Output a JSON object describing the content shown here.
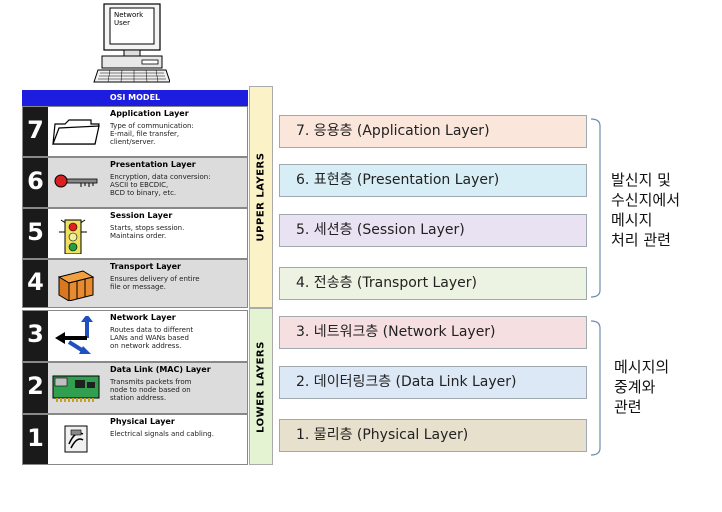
{
  "computer": {
    "screen_text": "Network\nUser"
  },
  "osi_title": "OSI MODEL",
  "upper_label": "UPPER LAYERS",
  "lower_label": "LOWER LAYERS",
  "layers": [
    {
      "num": "7",
      "title": "Application Layer",
      "desc": "Type of communication:\nE-mail, file transfer,\nclient/server.",
      "icon": "folder-icon"
    },
    {
      "num": "6",
      "title": "Presentation Layer",
      "desc": "Encryption, data conversion:\nASCII to EBCDIC,\nBCD to binary, etc.",
      "icon": "key-icon"
    },
    {
      "num": "5",
      "title": "Session Layer",
      "desc": "Starts, stops session.\nMaintains order.",
      "icon": "traffic-light-icon"
    },
    {
      "num": "4",
      "title": "Transport Layer",
      "desc": "Ensures delivery of entire\nfile or message.",
      "icon": "package-icon"
    },
    {
      "num": "3",
      "title": "Network Layer",
      "desc": "Routes data to different\nLANs and WANs based\non network address.",
      "icon": "routing-arrows-icon"
    },
    {
      "num": "2",
      "title": "Data Link (MAC) Layer",
      "desc": "Transmits packets from\nnode to node based on\nstation address.",
      "icon": "network-card-icon"
    },
    {
      "num": "1",
      "title": "Physical Layer",
      "desc": "Electrical signals and cabling.",
      "icon": "cable-connector-icon"
    }
  ],
  "korean_layers": [
    {
      "label": "7. 응용층 (Application Layer)",
      "color": "#fbe6dc"
    },
    {
      "label": "6. 표현층 (Presentation Layer)",
      "color": "#d8eef6"
    },
    {
      "label": "5. 세션층 (Session Layer)",
      "color": "#e8e2f2"
    },
    {
      "label": "4. 전송층 (Transport Layer)",
      "color": "#ecf3e2"
    },
    {
      "label": "3. 네트워크층 (Network Layer)",
      "color": "#f6dfe1"
    },
    {
      "label": "2. 데이터링크층 (Data Link Layer)",
      "color": "#dde8f6"
    },
    {
      "label": "1. 물리층 (Physical Layer)",
      "color": "#e6e0cc"
    }
  ],
  "upper_group_text": "발신지 및\n수신지에서\n메시지\n처리 관련",
  "lower_group_text": "메시지의\n중계와\n관련"
}
